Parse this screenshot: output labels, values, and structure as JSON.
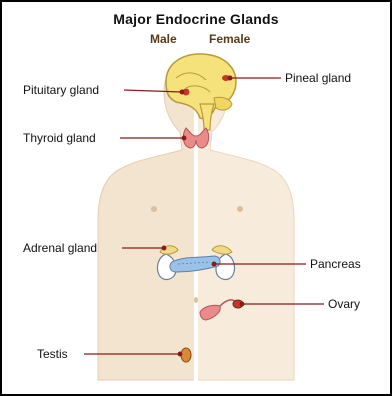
{
  "title": "Major Endocrine Glands",
  "subtitle": {
    "male": "Male",
    "female": "Female"
  },
  "labels": {
    "pituitary": "Pituitary gland",
    "thyroid": "Thyroid gland",
    "adrenal": "Adrenal gland",
    "testis": "Testis",
    "pineal": "Pineal gland",
    "pancreas": "Pancreas",
    "ovary": "Ovary"
  },
  "colors": {
    "male_skin": "#f3e4d0",
    "female_skin": "#f7ebdc",
    "brain": "#f6e27a",
    "thyroid": "#e98b8b",
    "adrenal": "#f2d98a",
    "kidney": "#a9c7e8",
    "pancreas": "#9bc1e8",
    "leader_line": "#8b1a1a"
  }
}
